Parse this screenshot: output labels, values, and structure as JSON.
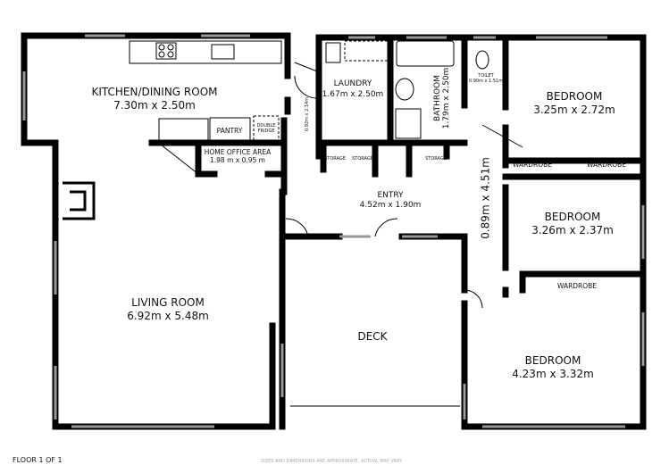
{
  "rooms": {
    "kitchen": {
      "name": "KITCHEN/DINING ROOM",
      "size": "7.30m x 2.50m"
    },
    "laundry": {
      "name": "LAUNDRY",
      "size": "1.67m x 2.50m"
    },
    "bathroom": {
      "name": "BATHROOM",
      "size": "1.79m x 2.50m"
    },
    "toilet": {
      "name": "TOILET",
      "size": "0.90m x 1.51m"
    },
    "bedroom1": {
      "name": "BEDROOM",
      "size": "3.25m x 2.72m"
    },
    "bedroom2": {
      "name": "BEDROOM",
      "size": "3.26m x 2.37m"
    },
    "bedroom3": {
      "name": "BEDROOM",
      "size": "4.23m x 3.32m"
    },
    "office": {
      "name": "HOME OFFICE AREA",
      "size": "1.98 m x 0.95 m"
    },
    "entry": {
      "name": "ENTRY",
      "size": "4.52m x 1.90m"
    },
    "hall_small": "0.92m x 2.14m",
    "hall": "0.89m x 4.51m",
    "living": {
      "name": "LIVING ROOM",
      "size": "6.92m x 5.48m"
    },
    "deck": {
      "name": "DECK"
    }
  },
  "fixtures": {
    "pantry": "PANTRY",
    "fridge": "DOUBLE FRIDGE",
    "storage": "STORAGE",
    "wardrobe": "WARDROBE"
  },
  "footer": {
    "floor": "FLOOR 1 OF 1",
    "disclaimer": "SIZES AND DIMENSIONS ARE APPROXIMATE, ACTUAL MAY VARY."
  }
}
